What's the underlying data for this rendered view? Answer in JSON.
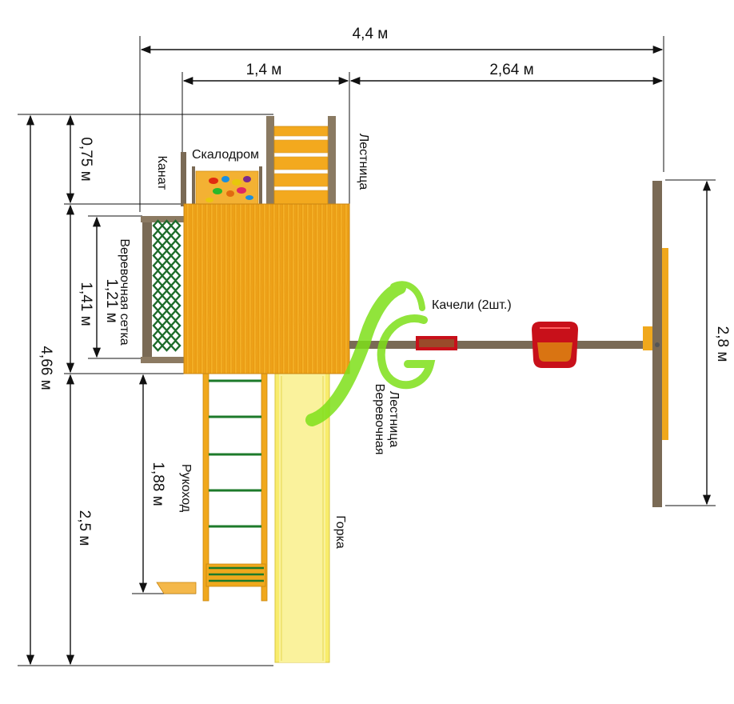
{
  "dimensions": {
    "total_width": "4,4 м",
    "tower_width": "1,4 м",
    "swing_offset": "2,64 м",
    "total_depth": "4,66 м",
    "ladder_depth": "0,75 м",
    "tower_depth": "1,41 м",
    "net_height": "1,21 м",
    "front_depth": "2,5 м",
    "monkey_bar_length": "1,88 м",
    "swing_width": "2,8 м"
  },
  "labels": {
    "climbing_wall": "Скалодром",
    "rope": "Канат",
    "ladder": "Лестница",
    "rope_net": "Веревочная сетка",
    "swings": "Качели (2шт.)",
    "rope_ladder": "Веревочная Лестница",
    "monkey_bars": "Рукоход",
    "slide": "Горка"
  },
  "colors": {
    "platform": "#f0a81c",
    "wood_post": "#7a6a55",
    "slide": "#f8ec6c",
    "net": "#1c6b2a",
    "swing_seat": "#c8101a",
    "logo": "#7ee01a"
  }
}
